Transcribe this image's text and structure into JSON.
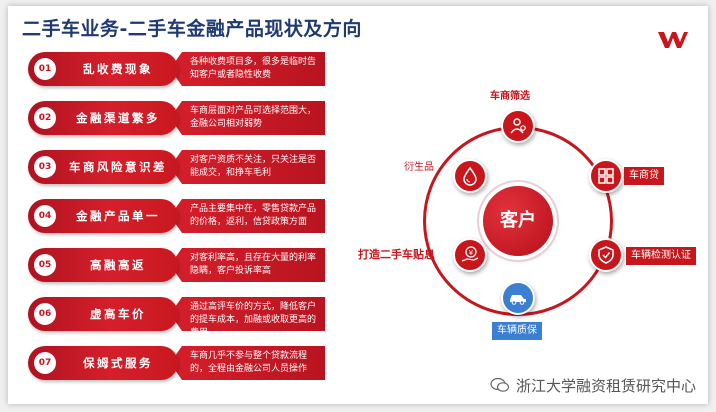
{
  "title": "二手车业务-二手车金融产品现状及方向",
  "colors": {
    "primary_red": "#c8161d",
    "title_blue": "#1f3a72",
    "node_blue": "#3a7fd0"
  },
  "items": [
    {
      "num": "01",
      "label": "乱收费现象",
      "desc": "各种收费项目多，很多是临时告知客户或者隐性收费"
    },
    {
      "num": "02",
      "label": "金融渠道繁多",
      "desc": "车商层面对产品可选择范围大，金融公司相对弱势"
    },
    {
      "num": "03",
      "label": "车商风险意识差",
      "desc": "对客户资质不关注，只关注是否能成交，和挣车毛利"
    },
    {
      "num": "04",
      "label": "金融产品单一",
      "desc": "产品主要集中在，零售贷款产品的价格，返利，信贷政策方面"
    },
    {
      "num": "05",
      "label": "高融高返",
      "desc": "对客利率高，且存在大量的利率隐瞒，客户投诉率高"
    },
    {
      "num": "06",
      "label": "虚高车价",
      "desc": "通过高评车价的方式，降低客户的提车成本，加融或收取更高的费用"
    },
    {
      "num": "07",
      "label": "保姆式服务",
      "desc": "车商几乎不参与整个贷款流程的，全程由金融公司人员操作"
    }
  ],
  "diagram": {
    "center": "客户",
    "nodes": {
      "top": {
        "label": "车商筛选",
        "icon": "person-search-icon"
      },
      "right_upper": {
        "label": "车商贷",
        "icon": "grid-icon"
      },
      "right_lower": {
        "label": "车辆检测认证",
        "icon": "shield-check-icon"
      },
      "bottom": {
        "label": "车辆质保",
        "icon": "car-icon"
      },
      "left_lower": {
        "label": "打造二手车贴息",
        "icon": "yen-hand-icon"
      },
      "left_upper": {
        "label": "衍生品",
        "icon": "drop-icon"
      }
    }
  },
  "watermark": "浙江大学融资租赁研究中心"
}
